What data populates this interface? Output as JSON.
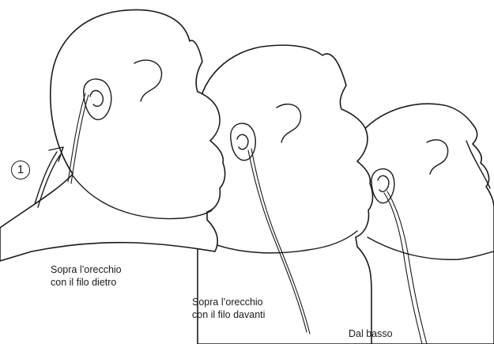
{
  "figure": {
    "step_marker": "1",
    "labels": [
      {
        "line1": "Sopra l’orecchio",
        "line2": "con il filo dietro"
      },
      {
        "line1": "Sopra l’orecchio",
        "line2": "con il filo davanti"
      },
      {
        "line1": "Dal basso",
        "line2": ""
      }
    ]
  },
  "colors": {
    "ink": "#1a1a1a",
    "background": "#ffffff"
  }
}
